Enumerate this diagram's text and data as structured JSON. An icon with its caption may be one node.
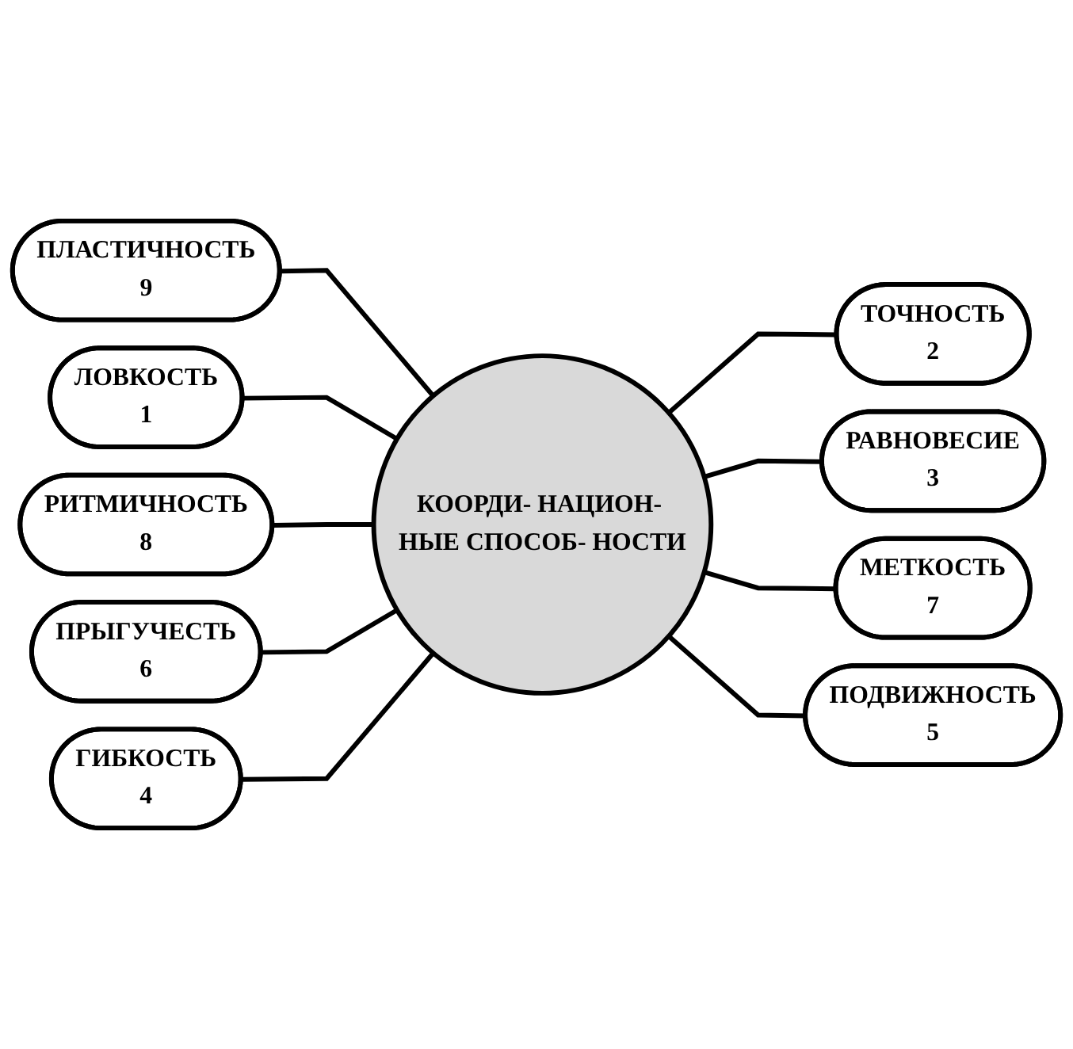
{
  "diagram": {
    "nodes": [
      {
        "text": [
          "ПЛАСТИЧНОСТЬ",
          "9"
        ]
      },
      {
        "text": [
          "ЛОВКОСТЬ",
          "1"
        ]
      },
      {
        "text": [
          "ТОЧНОСТЬ",
          "2"
        ]
      },
      {
        "text": [
          "РИТМИЧНОСТЬ",
          "8"
        ]
      },
      {
        "text": [
          "КООРДИ- НАЦИОН- НЫЕ СПОСОБ- НОСТИ"
        ]
      },
      {
        "text": [
          "РАВНОВЕСИЕ",
          "3"
        ]
      },
      {
        "text": [
          "ПРЫГУЧЕСТЬ",
          "6"
        ]
      },
      {
        "text": [
          "МЕТКОСТЬ",
          "7"
        ]
      },
      {
        "text": [
          "ГИБКОСТЬ",
          "4"
        ]
      },
      {
        "text": [
          "ПОДВИЖНОСТЬ",
          "5"
        ]
      }
    ],
    "edges": [
      {
        "from": 0,
        "to": 4,
        "arrow": "none"
      },
      {
        "from": 1,
        "to": 4,
        "arrow": "none"
      },
      {
        "from": 4,
        "to": 2,
        "arrow": "none"
      },
      {
        "from": 3,
        "to": 4,
        "arrow": "none"
      },
      {
        "from": 4,
        "to": 5,
        "arrow": "none"
      },
      {
        "from": 6,
        "to": 4,
        "arrow": "none"
      },
      {
        "from": 4,
        "to": 7,
        "arrow": "none"
      },
      {
        "from": 8,
        "to": 4,
        "arrow": "none"
      },
      {
        "from": 4,
        "to": 9,
        "arrow": "none"
      }
    ]
  }
}
